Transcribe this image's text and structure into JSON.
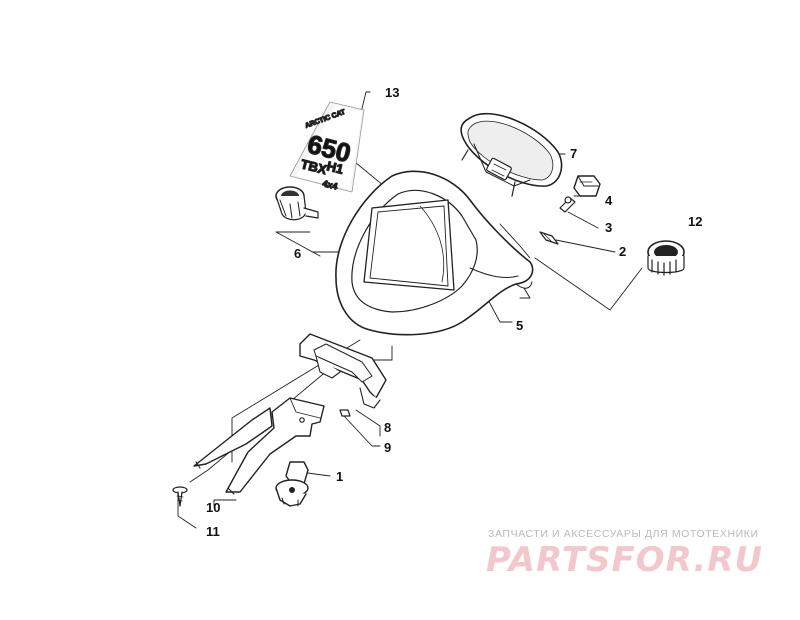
{
  "diagram": {
    "callouts": [
      "1",
      "2",
      "3",
      "4",
      "5",
      "6",
      "7",
      "8",
      "9",
      "10",
      "11",
      "12",
      "13"
    ],
    "decal": {
      "brand": "ARCTIC CAT",
      "model": "650",
      "suffix": "H1",
      "trim": "TBX",
      "drive": "4x4"
    }
  },
  "watermark": {
    "tagline": "ЗАПЧАСТИ И АКСЕССУАРЫ ДЛЯ МОТОТЕХНИКИ",
    "brand": "PARTSFOR.RU"
  },
  "colors": {
    "line": "#222222",
    "watermark_text": "#b9b9b9",
    "watermark_brand": "#f3c8cc"
  }
}
